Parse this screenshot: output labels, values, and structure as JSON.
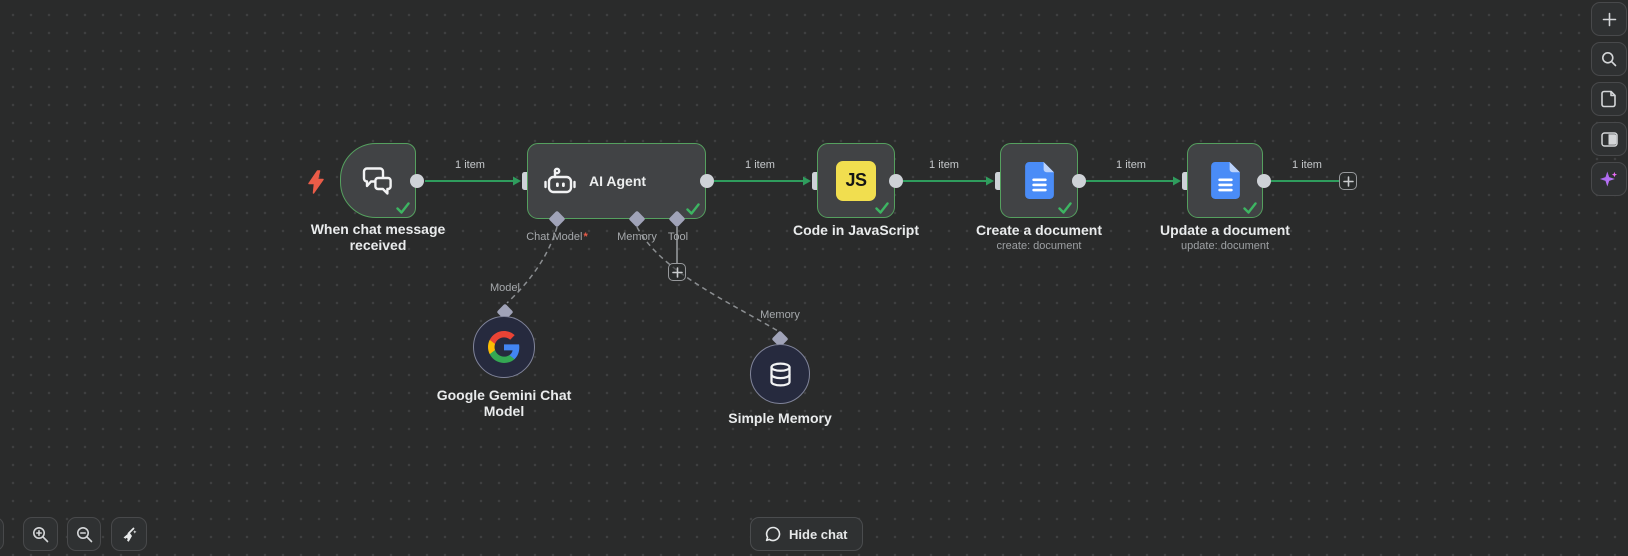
{
  "colors": {
    "canvas_bg": "#2a2b2b",
    "node_bg": "#414345",
    "node_border_green": "#55a05f",
    "connection_green": "#2f9c5d",
    "check_green": "#3db562",
    "port_diamond": "#a0a3b8",
    "js_yellow": "#f1de4f",
    "docs_blue": "#4a8cf7",
    "bolt_red": "#ea5c48",
    "ai_sparkle_purple": "#a763f2"
  },
  "workflow": {
    "trigger": {
      "title": "When chat message received"
    },
    "agent": {
      "title": "AI Agent",
      "ports": [
        {
          "label": "Chat Model",
          "marker": "*"
        },
        {
          "label": "Memory",
          "marker": ""
        },
        {
          "label": "Tool",
          "marker": ""
        }
      ]
    },
    "code": {
      "title": "Code in JavaScript",
      "badge": "JS"
    },
    "create_doc": {
      "title": "Create a document",
      "subtitle": "create: document"
    },
    "update_doc": {
      "title": "Update a document",
      "subtitle": "update: document"
    },
    "gemini": {
      "title": "Google Gemini Chat Model",
      "port_label": "Model"
    },
    "simple_memory": {
      "title": "Simple Memory",
      "port_label": "Memory"
    }
  },
  "connections": {
    "labels": [
      "1 item",
      "1 item",
      "1 item",
      "1 item",
      "1 item"
    ]
  },
  "controls": {
    "hide_chat_label": "Hide chat"
  },
  "icons": {
    "plus": "+",
    "search": "magnifier",
    "file": "document",
    "split_panel": "panel",
    "ai_sparkle": "sparkles",
    "zoom_in": "magnifier-plus",
    "zoom_out": "magnifier-minus",
    "tidy_up": "broom",
    "chat_bubble": "speech-bubble"
  }
}
